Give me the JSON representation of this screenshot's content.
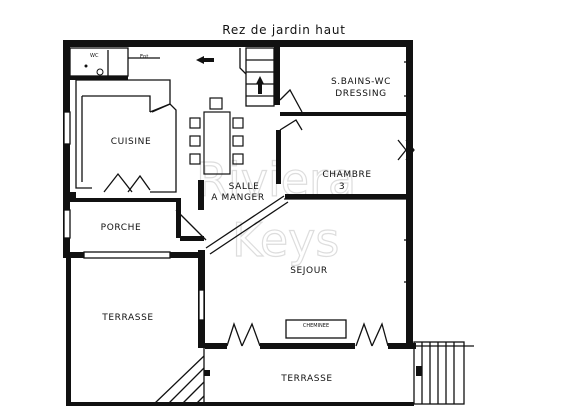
{
  "plan": {
    "title": "Rez de jardin haut",
    "rooms": {
      "wc": "WC",
      "ent": "Ent",
      "bains_line1": "S.BAINS-WC",
      "bains_line2": "DRESSING",
      "cuisine": "CUISINE",
      "chambre_line1": "CHAMBRE",
      "chambre_line2": "3",
      "salle_line1": "SALLE",
      "salle_line2": "A MANGER",
      "porche": "PORCHE",
      "sejour": "SEJOUR",
      "cheminee": "CHEMINEE",
      "terrasse_left": "TERRASSE",
      "terrasse_bottom": "TERRASSE"
    },
    "watermark": {
      "line1": "Riviera",
      "line2": "Keys"
    }
  },
  "colors": {
    "wall": "#111111",
    "background": "#ffffff",
    "watermark": "#cfcfcf"
  }
}
